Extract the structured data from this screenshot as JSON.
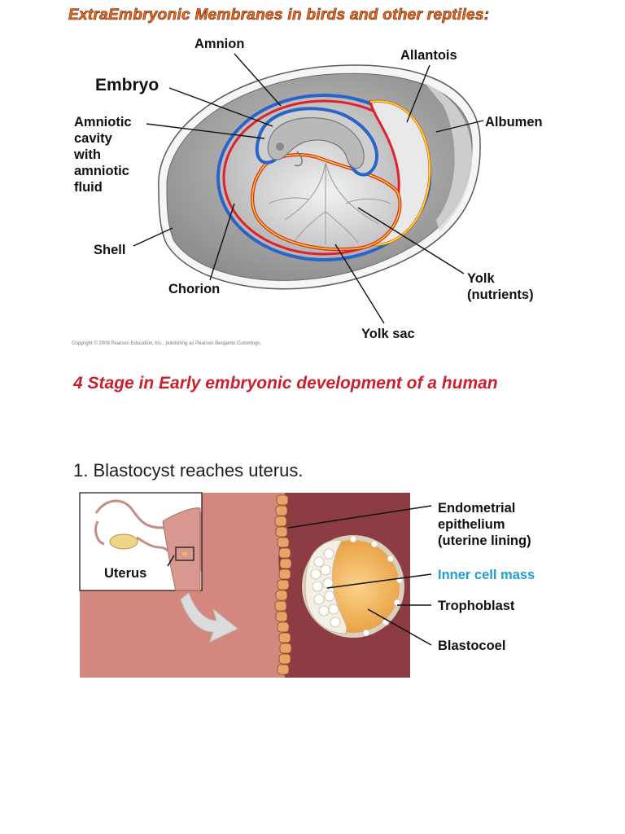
{
  "top_title": "ExtraEmbryonic  Membranes  in birds  and  other reptiles:",
  "egg_labels": {
    "amnion": "Amnion",
    "allantois": "Allantois",
    "embryo": "Embryo",
    "albumen": "Albumen",
    "amniotic_lines": [
      "Amniotic",
      "cavity",
      "with",
      "amniotic",
      "fluid"
    ],
    "shell": "Shell",
    "chorion": "Chorion",
    "yolk_lines": [
      "Yolk",
      "(nutrients)"
    ],
    "yolk_sac": "Yolk sac"
  },
  "copyright": "Copyright © 2008 Pearson Education, Inc., publishing as Pearson Benjamin Cummings.",
  "section_title": "4 Stage in Early embryonic development of a human",
  "step_title": "1. Blastocyst reaches uterus.",
  "blastocyst_labels": {
    "uterus": "Uterus",
    "endometrial_lines": [
      "Endometrial",
      "epithelium",
      "(uterine lining)"
    ],
    "inner_cell_mass": "Inner cell mass",
    "trophoblast": "Trophoblast",
    "blastocoel": "Blastocoel"
  },
  "colors": {
    "title_orange": "#f06a1a",
    "heading_red": "#c8202c",
    "membrane_blue": "#2a63c9",
    "membrane_red": "#e0202a",
    "membrane_yellow": "#f7e01a",
    "uterus_wall": "#d4877f",
    "endometrium": "#8e3c44",
    "blastocyst": "#f2b25a",
    "inner_cell_mass_label": "#1f9ed5"
  },
  "icons": [
    "arrow-icon",
    "uterus-icon",
    "embryo-icon"
  ]
}
